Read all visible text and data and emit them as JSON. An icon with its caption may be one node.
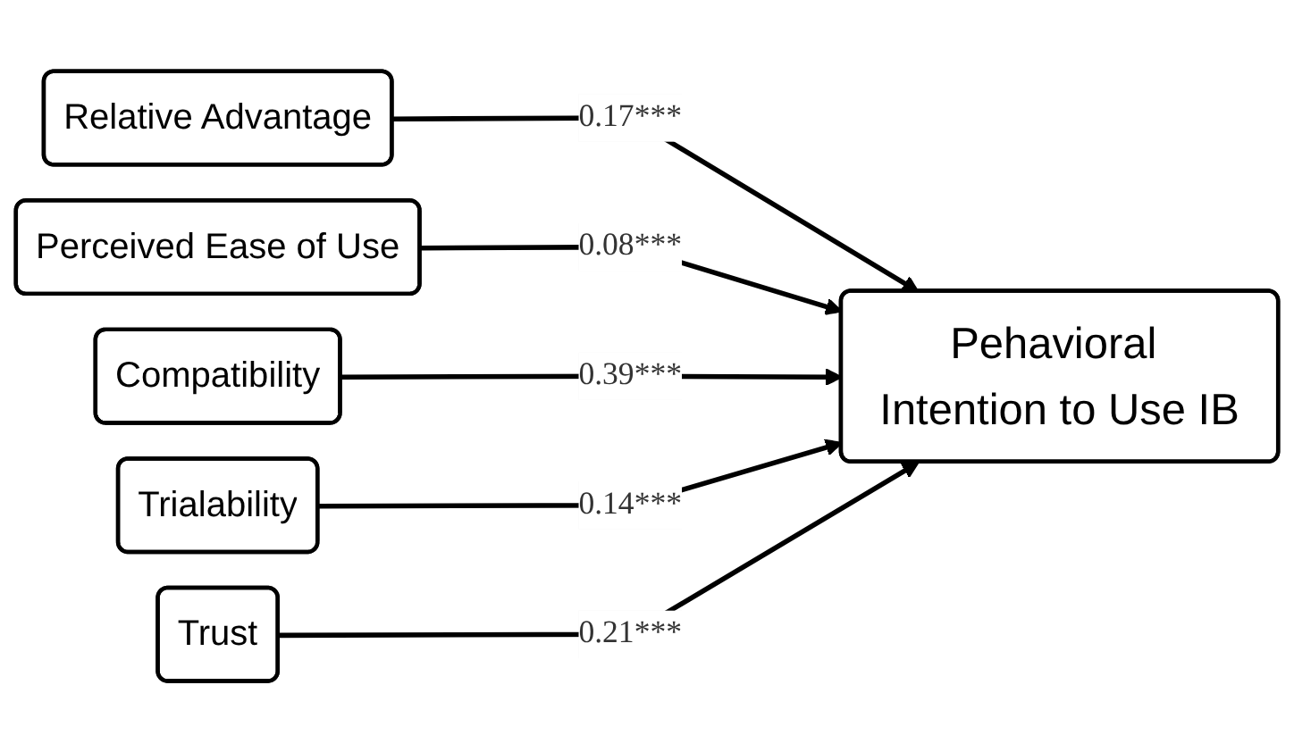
{
  "diagram": {
    "nodes": [
      {
        "text": [
          "Relative Advantage"
        ]
      },
      {
        "text": [
          "Perceived Ease of Use"
        ]
      },
      {
        "text": [
          "Compatibility"
        ]
      },
      {
        "text": [
          "Trialability"
        ]
      },
      {
        "text": [
          "Trust"
        ]
      },
      {
        "text": [
          "Pehavioral Intention to Use IB"
        ]
      }
    ],
    "edges": [
      {
        "from": 0,
        "to": 5,
        "arrow": "to",
        "label": "0.17***"
      },
      {
        "from": 1,
        "to": 5,
        "arrow": "to",
        "label": "0.08***"
      },
      {
        "from": 2,
        "to": 5,
        "arrow": "to",
        "label": "0.39***"
      },
      {
        "from": 3,
        "to": 5,
        "arrow": "to",
        "label": "0.14***"
      },
      {
        "from": 4,
        "to": 5,
        "arrow": "to",
        "label": "0.21***"
      }
    ]
  }
}
